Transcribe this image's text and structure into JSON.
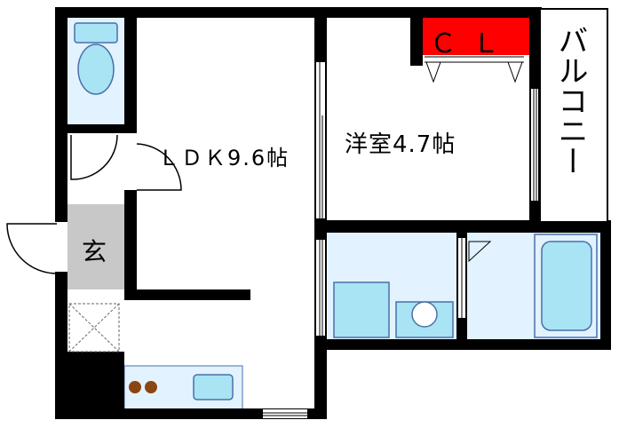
{
  "rooms": {
    "ldk": "ＬＤＫ9.6帖",
    "youshitsu": "洋室4.7帖",
    "genkan": "玄",
    "closet": "ＣＬ",
    "balcony": "バルコニー"
  },
  "colors": {
    "wall": "#000000",
    "wet_area": "#e2f2ff",
    "fixture_fill": "#a8e4f4",
    "fixture_stroke": "#4a6fa8",
    "closet": "#ff0000",
    "genkan_floor": "#c8c8c8",
    "burner": "#8b4513"
  }
}
